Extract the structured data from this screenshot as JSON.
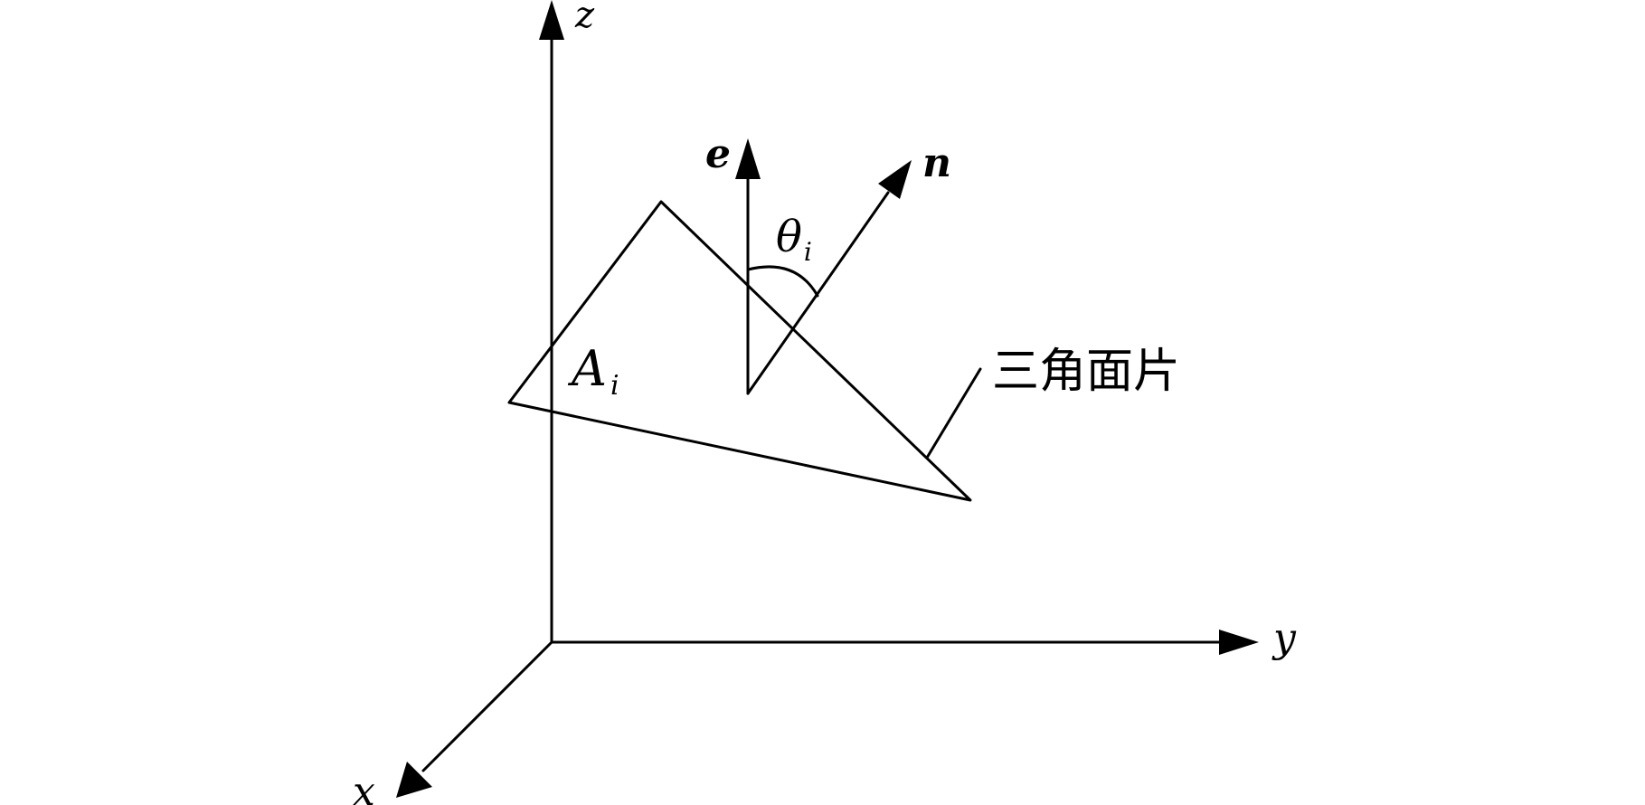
{
  "axes": {
    "x_label": "x",
    "y_label": "y",
    "z_label": "z"
  },
  "vectors": {
    "e_label": "e",
    "n_label": "n"
  },
  "angle": {
    "symbol": "θ",
    "subscript": "i"
  },
  "facet": {
    "area_symbol": "A",
    "area_subscript": "i",
    "callout_label": "三角面片"
  }
}
